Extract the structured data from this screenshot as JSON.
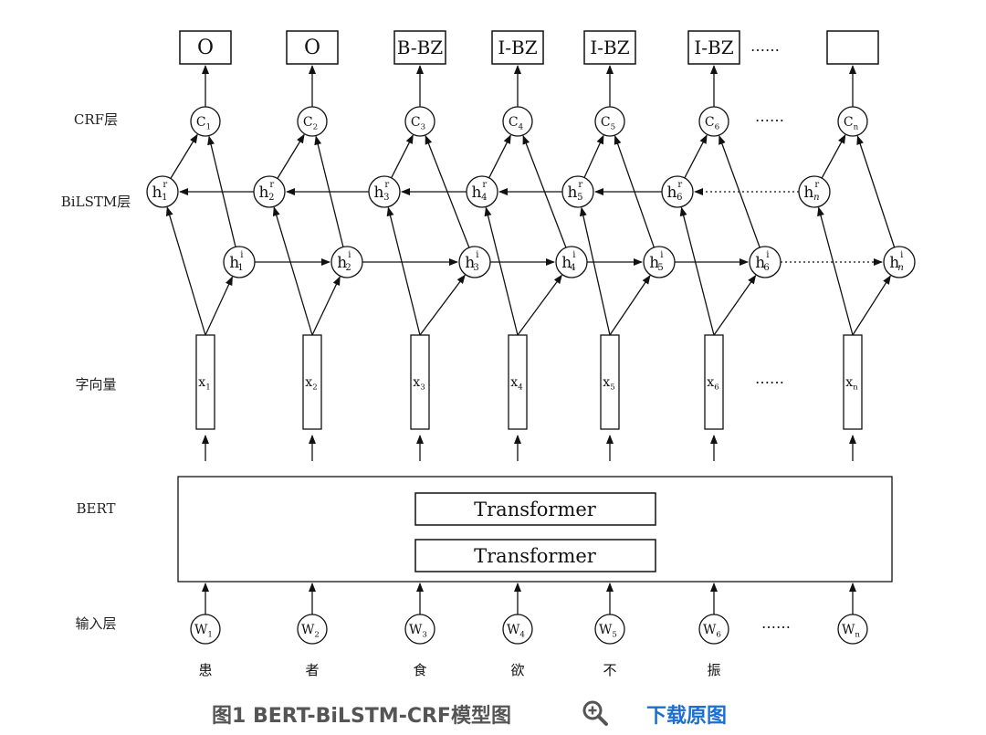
{
  "layers": {
    "crf": "CRF层",
    "bilstm": "BiLSTM层",
    "char_vec": "字向量",
    "bert": "BERT",
    "input": "输入层"
  },
  "output_labels": [
    "O",
    "O",
    "B-BZ",
    "I-BZ",
    "I-BZ",
    "I-BZ",
    "",
    ""
  ],
  "crf_nodes": [
    "C1",
    "C2",
    "C3",
    "C4",
    "C5",
    "C6",
    "",
    "Cn"
  ],
  "backward_nodes": [
    {
      "base": "h",
      "sup": "r",
      "sub": "1"
    },
    {
      "base": "h",
      "sup": "r",
      "sub": "2"
    },
    {
      "base": "h",
      "sup": "r",
      "sub": "3"
    },
    {
      "base": "h",
      "sup": "r",
      "sub": "4"
    },
    {
      "base": "h",
      "sup": "r",
      "sub": "5"
    },
    {
      "base": "h",
      "sup": "r",
      "sub": "6"
    },
    {
      "base": "",
      "sup": "",
      "sub": ""
    },
    {
      "base": "h",
      "sup": "r",
      "sub": "n"
    }
  ],
  "forward_nodes": [
    {
      "base": "h",
      "sup": "i",
      "sub": "1"
    },
    {
      "base": "h",
      "sup": "i",
      "sub": "2"
    },
    {
      "base": "h",
      "sup": "i",
      "sub": "3"
    },
    {
      "base": "h",
      "sup": "i",
      "sub": "4"
    },
    {
      "base": "h",
      "sup": "i",
      "sub": "5"
    },
    {
      "base": "h",
      "sup": "i",
      "sub": "6"
    },
    {
      "base": "",
      "sup": "",
      "sub": ""
    },
    {
      "base": "h",
      "sup": "i",
      "sub": "n"
    }
  ],
  "char_vectors": [
    "x1",
    "x2",
    "x3",
    "x4",
    "x5",
    "x6",
    "",
    "xn"
  ],
  "bert_blocks": [
    "Transformer",
    "Transformer"
  ],
  "input_nodes": [
    "W1",
    "W2",
    "W3",
    "W4",
    "W5",
    "W6",
    "",
    "Wn"
  ],
  "characters": [
    "患",
    "者",
    "食",
    "欲",
    "不",
    "振",
    "",
    ""
  ],
  "ellipsis": "……",
  "caption": {
    "title": "图1 BERT-BiLSTM-CRF模型图",
    "download": "下载原图",
    "zoom_icon": "zoom-in-icon"
  },
  "colors": {
    "line": "#111111",
    "caption": "#555555",
    "link": "#1a6fd1"
  }
}
